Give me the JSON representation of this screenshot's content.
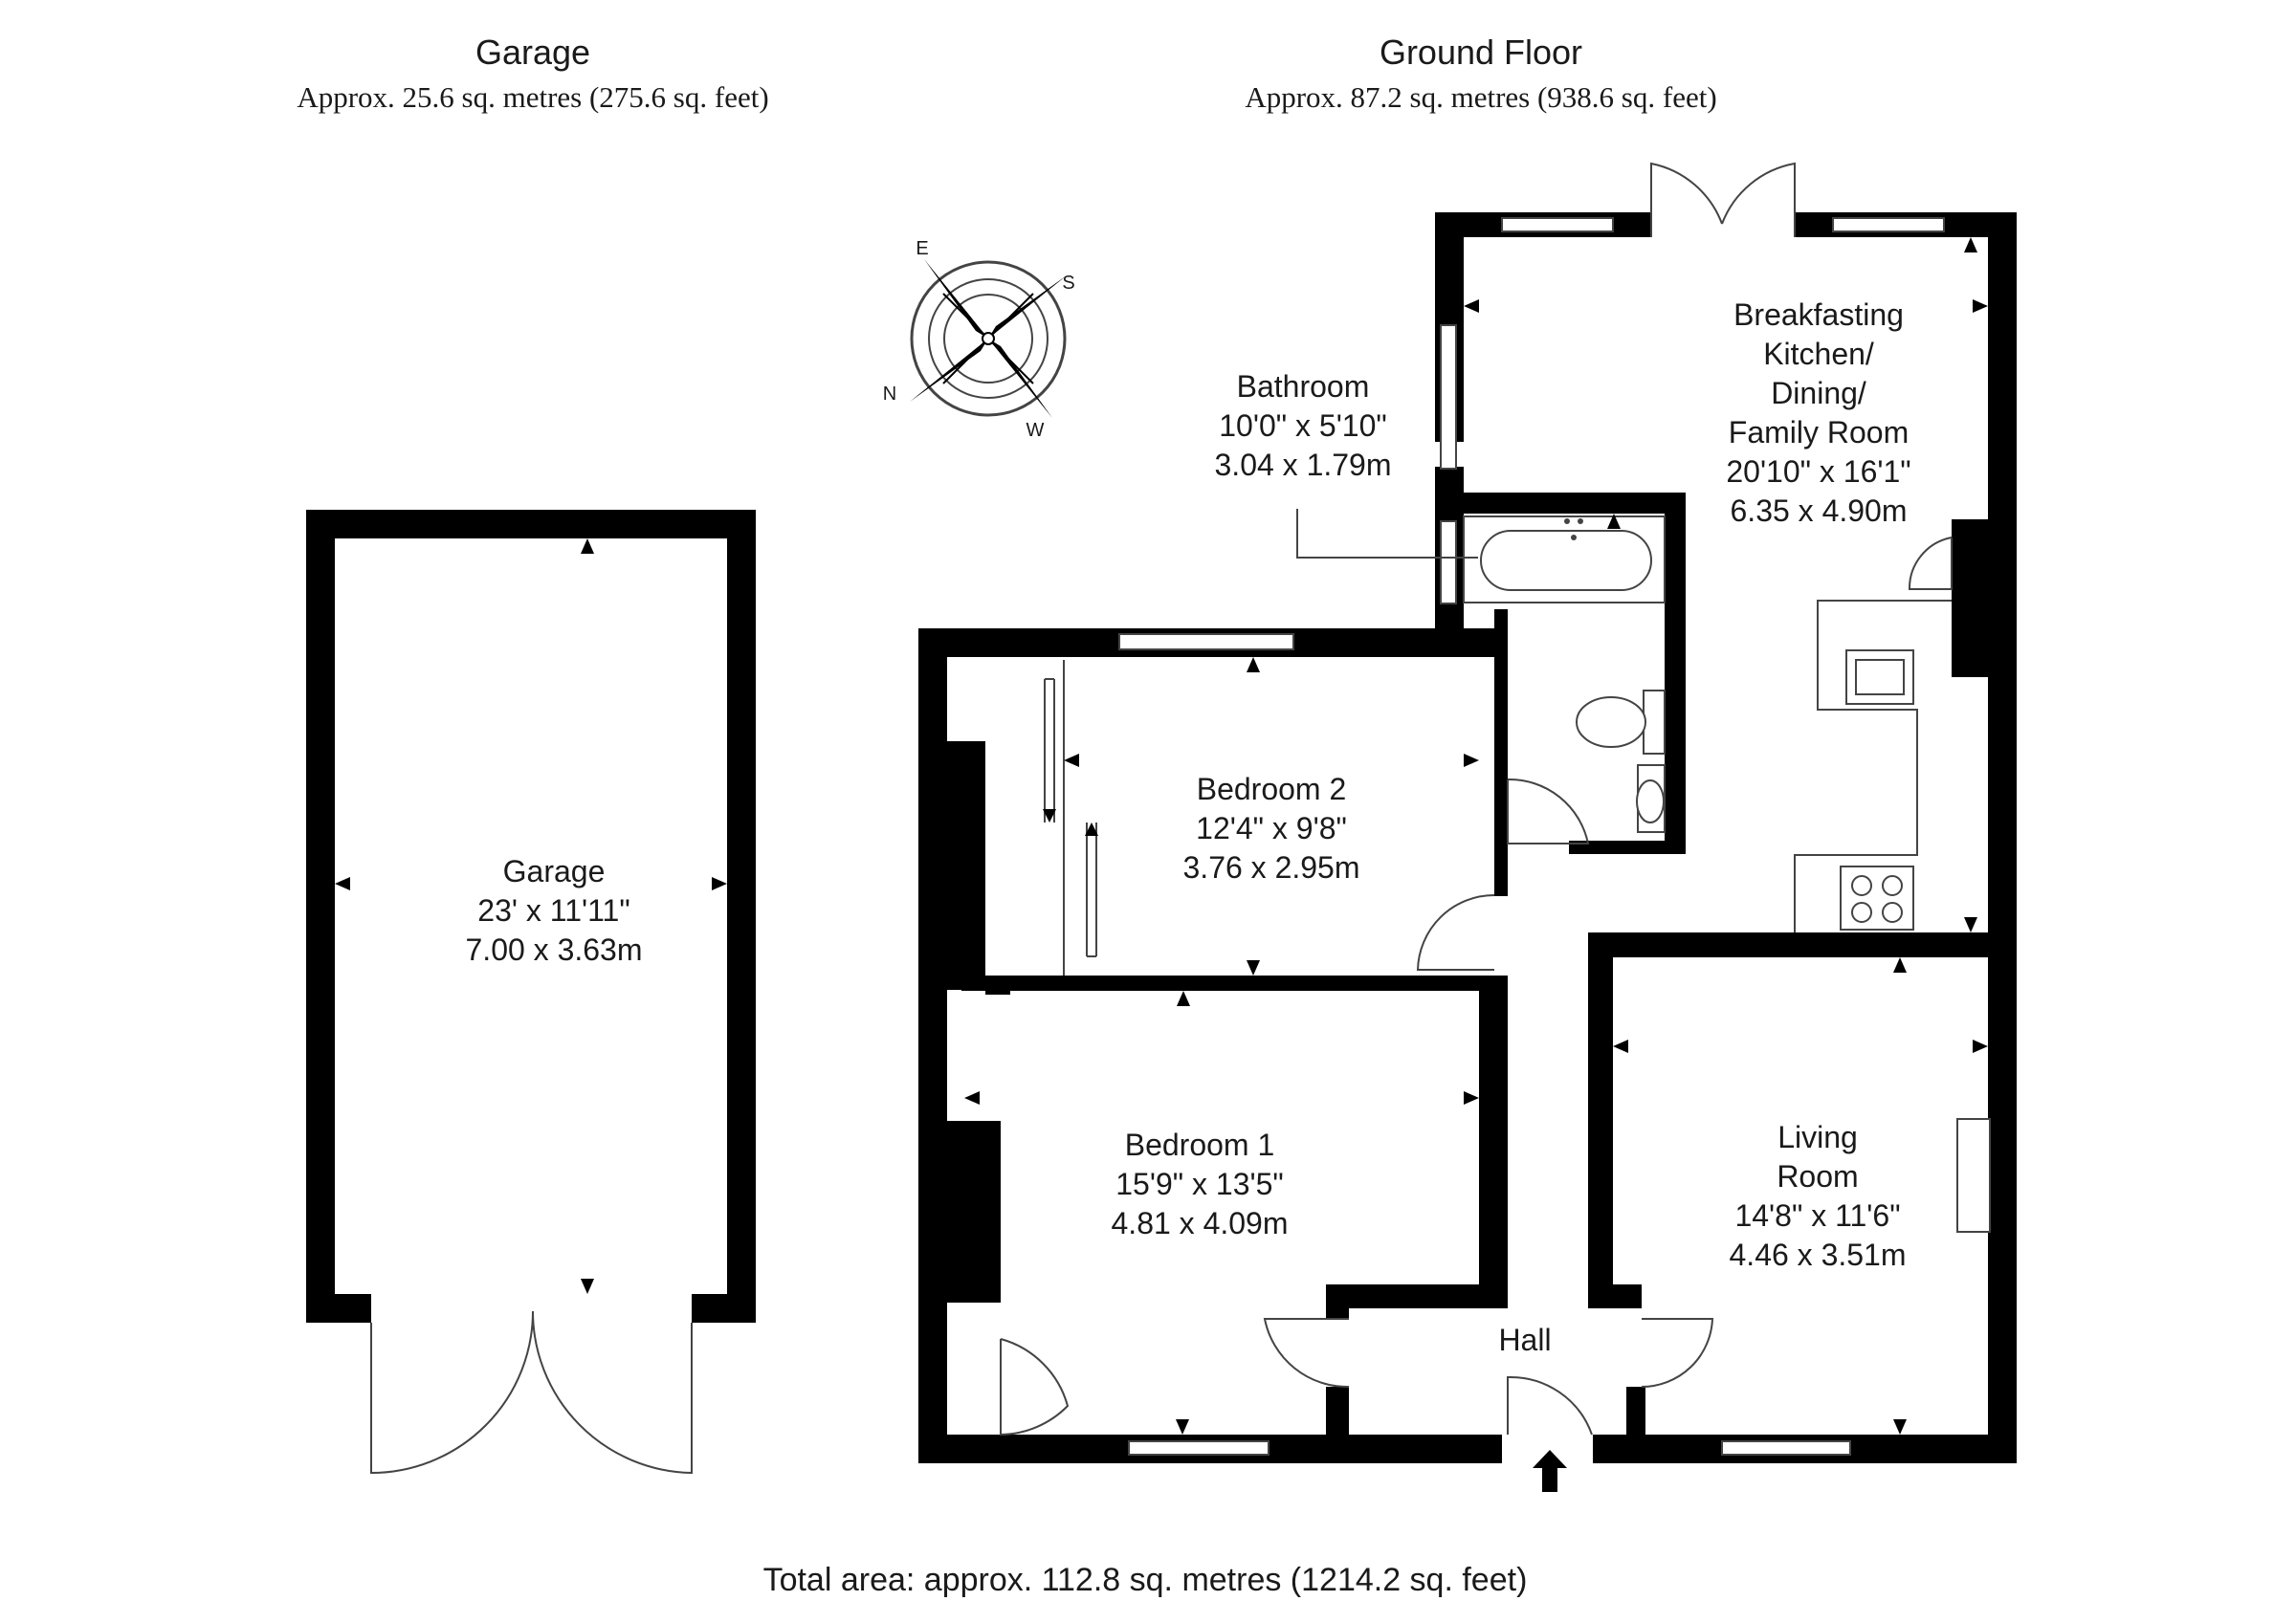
{
  "headers": {
    "garage": {
      "title": "Garage",
      "area": "Approx. 25.6 sq. metres (275.6 sq. feet)"
    },
    "ground_floor": {
      "title": "Ground Floor",
      "area": "Approx. 87.2 sq. metres (938.6 sq. feet)"
    }
  },
  "rooms": {
    "garage": {
      "name": "Garage",
      "dim_imperial": "23' x 11'11\"",
      "dim_metric": "7.00 x 3.63m"
    },
    "bathroom": {
      "name": "Bathroom",
      "dim_imperial": "10'0\" x 5'10\"",
      "dim_metric": "3.04 x 1.79m"
    },
    "kitchen": {
      "name_1": "Breakfasting",
      "name_2": "Kitchen/",
      "name_3": "Dining/",
      "name_4": "Family Room",
      "dim_imperial": "20'10\" x 16'1\"",
      "dim_metric": "6.35 x 4.90m"
    },
    "bedroom2": {
      "name": "Bedroom 2",
      "dim_imperial": "12'4\" x 9'8\"",
      "dim_metric": "3.76 x 2.95m"
    },
    "bedroom1": {
      "name": "Bedroom 1",
      "dim_imperial": "15'9\" x 13'5\"",
      "dim_metric": "4.81 x 4.09m"
    },
    "living": {
      "name_1": "Living",
      "name_2": "Room",
      "dim_imperial": "14'8\" x 11'6\"",
      "dim_metric": "4.46 x 3.51m"
    },
    "hall": {
      "name": "Hall"
    }
  },
  "compass": {
    "n": "N",
    "e": "E",
    "s": "S",
    "w": "W"
  },
  "footer": {
    "total_area": "Total area: approx. 112.8 sq. metres (1214.2 sq. feet)"
  },
  "colors": {
    "wall": "#000000",
    "line": "#444444",
    "text": "#1a1a1a"
  }
}
